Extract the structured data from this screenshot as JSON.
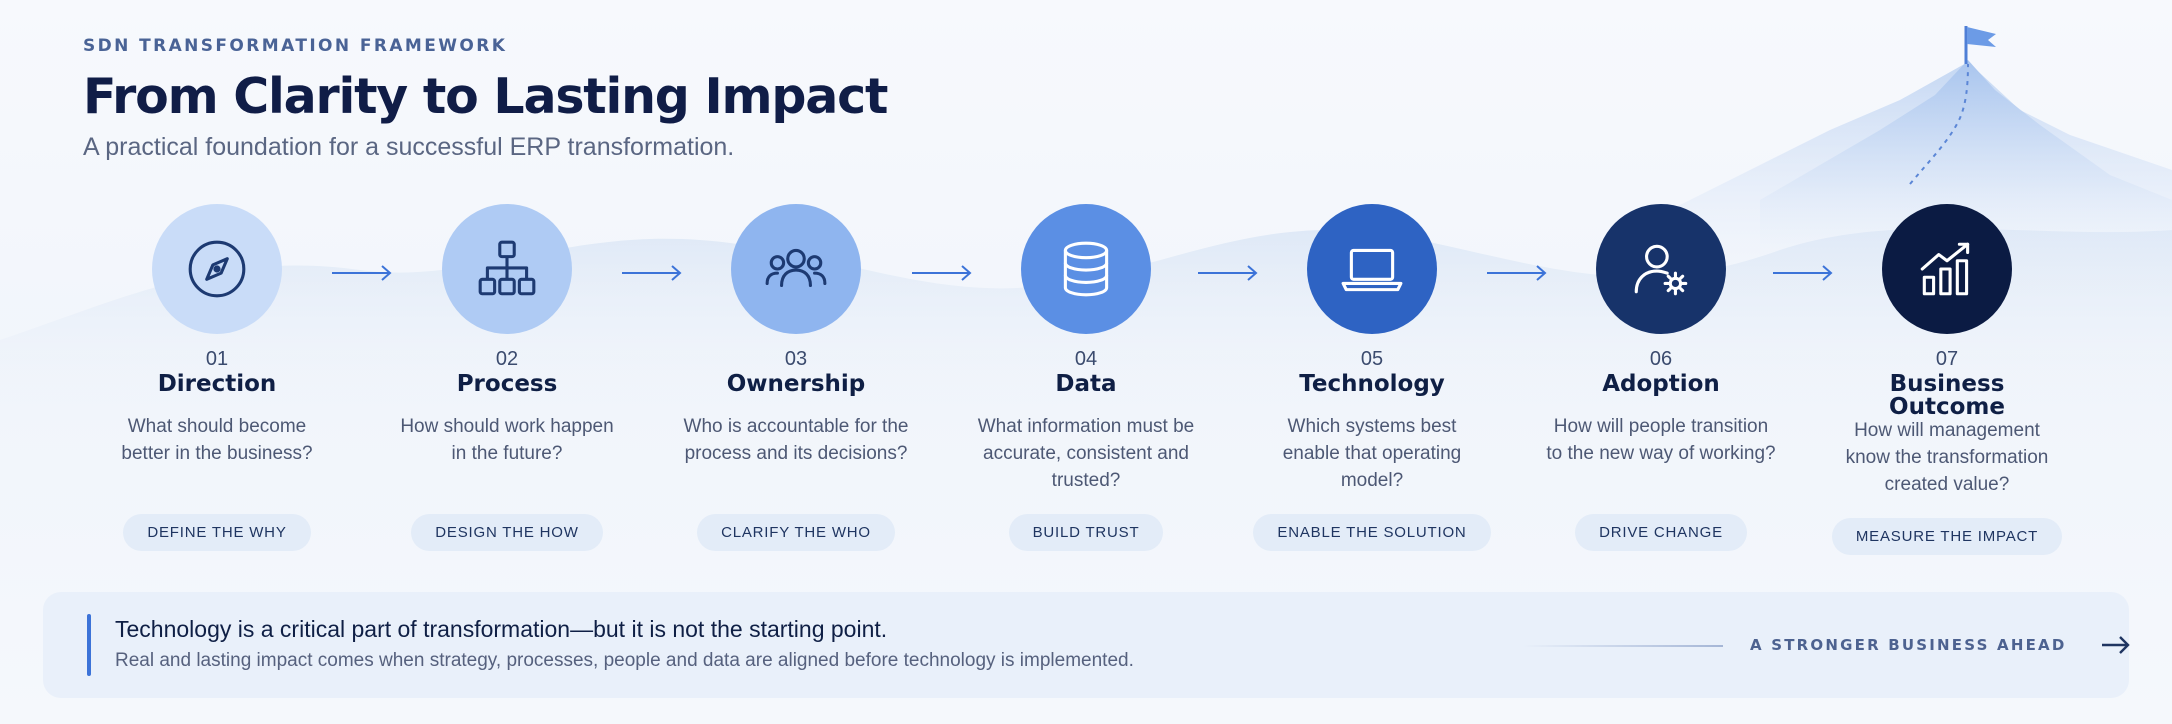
{
  "header": {
    "eyebrow": "SDN TRANSFORMATION FRAMEWORK",
    "title": "From Clarity to Lasting Impact",
    "subtitle": "A practical foundation for a successful ERP transformation."
  },
  "steps": [
    {
      "number": "01",
      "name": "Direction",
      "question": "What should become better in the business?",
      "action": "DEFINE THE WHY",
      "icon": "compass-icon",
      "circle_color": "#c9dcf8",
      "icon_color": "#1d3a72"
    },
    {
      "number": "02",
      "name": "Process",
      "question": "How should work happen in the future?",
      "action": "DESIGN THE HOW",
      "icon": "process-flow-icon",
      "circle_color": "#afcbf4",
      "icon_color": "#1d3a72"
    },
    {
      "number": "03",
      "name": "Ownership",
      "question": "Who is accountable for the process and its decisions?",
      "action": "CLARIFY THE WHO",
      "icon": "people-group-icon",
      "circle_color": "#8fb5ef",
      "icon_color": "#1d3a72"
    },
    {
      "number": "04",
      "name": "Data",
      "question": "What information must be accurate, consistent and trusted?",
      "action": "BUILD TRUST",
      "icon": "database-icon",
      "circle_color": "#5b8fe4",
      "icon_color": "#ffffff"
    },
    {
      "number": "05",
      "name": "Technology",
      "question": "Which systems best enable that operating model?",
      "action": "ENABLE THE SOLUTION",
      "icon": "laptop-icon",
      "circle_color": "#2e63c3",
      "icon_color": "#ffffff"
    },
    {
      "number": "06",
      "name": "Adoption",
      "question": "How will people transition to the new way of working?",
      "action": "DRIVE CHANGE",
      "icon": "user-gear-icon",
      "circle_color": "#17336a",
      "icon_color": "#ffffff"
    },
    {
      "number": "07",
      "name": "Business Outcome",
      "question": "How will management know the transformation created value?",
      "action": "MEASURE THE IMPACT",
      "icon": "growth-chart-icon",
      "circle_color": "#0b1b43",
      "icon_color": "#ffffff"
    }
  ],
  "callout": {
    "main": "Technology is a critical part of transformation—but it is not the starting point.",
    "sub": "Real and lasting impact comes when strategy, processes, people and data are aligned before technology is implemented.",
    "tag": "A STRONGER BUSINESS AHEAD"
  },
  "colors": {
    "accent": "#3c73d8",
    "title": "#101d47",
    "pill_bg": "#e3ecf8"
  }
}
